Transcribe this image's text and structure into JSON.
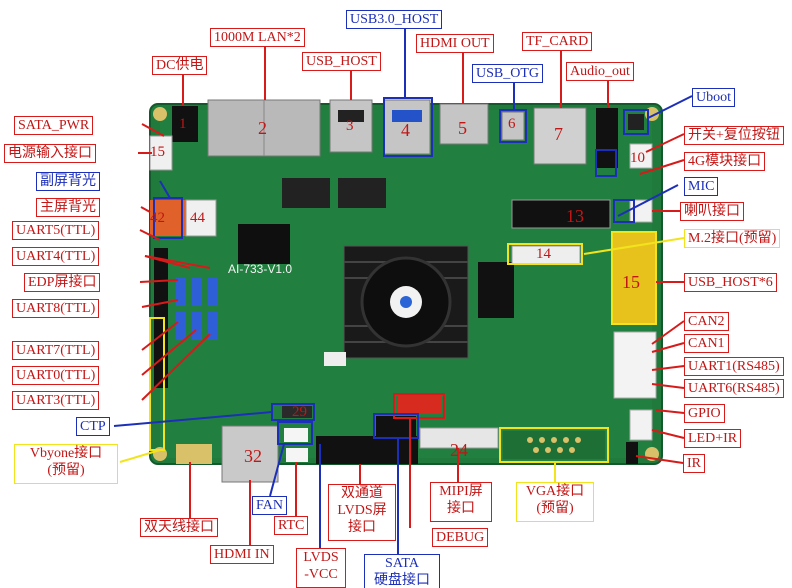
{
  "labels": {
    "lan": "1000M LAN*2",
    "usb30_host": "USB3.0_HOST",
    "dc_power": "DC供电",
    "usb_host": "USB_HOST",
    "hdmi_out": "HDMI OUT",
    "tf_card": "TF_CARD",
    "usb_otg": "USB_OTG",
    "audio_out": "Audio_out",
    "uboot": "Uboot",
    "sata_pwr": "SATA_PWR",
    "power_input": "电源输入接口",
    "switch_reset": "开关+复位按钮",
    "module_4g": "4G模块接口",
    "sub_backlight": "副屏背光",
    "mic": "MIC",
    "main_backlight": "主屏背光",
    "speaker": "喇叭接口",
    "uart5": "UART5(TTL)",
    "m2": "M.2接口(预留)",
    "uart4": "UART4(TTL)",
    "edp": "EDP屏接口",
    "usb_host6": "USB_HOST*6",
    "uart8": "UART8(TTL)",
    "can2": "CAN2",
    "can1": "CAN1",
    "uart7": "UART7(TTL)",
    "uart1": "UART1(RS485)",
    "uart0": "UART0(TTL)",
    "uart6": "UART6(RS485)",
    "uart3": "UART3(TTL)",
    "gpio": "GPIO",
    "ctp": "CTP",
    "led_ir": "LED+IR",
    "vbyone": "Vbyone接口\n(预留)",
    "ir": "IR",
    "fan": "FAN",
    "dual_lvds": "双通道\nLVDS屏\n接口",
    "mipi": "MIPI屏\n接口",
    "vga": "VGA接口\n(预留)",
    "dual_antenna": "双天线接口",
    "rtc": "RTC",
    "debug": "DEBUG",
    "hdmi_in": "HDMI IN",
    "lvds_vcc": "LVDS\n-VCC",
    "sata": "SATA\n硬盘接口"
  },
  "board": {
    "model": "AI-733-V1.0",
    "numbers": [
      "1",
      "2",
      "3",
      "4",
      "5",
      "6",
      "7",
      "10",
      "15",
      "13",
      "14",
      "15",
      "24",
      "29",
      "32",
      "42",
      "44"
    ]
  },
  "colors": {
    "pcb": "#1f7a3c",
    "label_red": "#d71a1a",
    "label_blue": "#1c2fb8",
    "label_yellow": "#f2e41c"
  }
}
